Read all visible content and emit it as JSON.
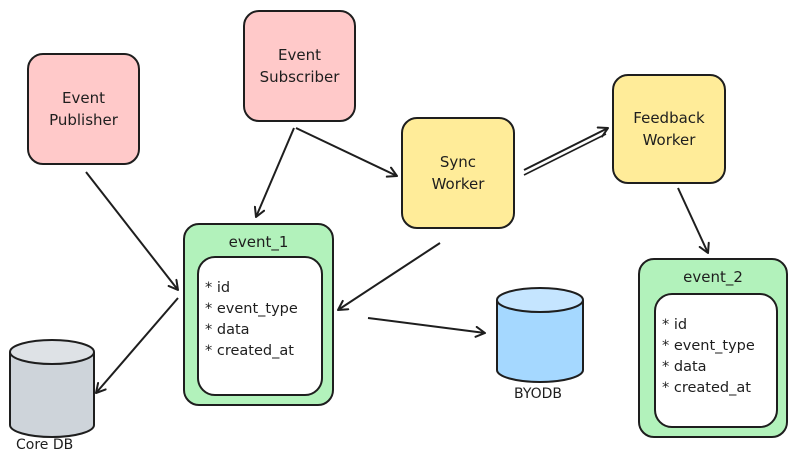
{
  "nodes": {
    "event_publisher": {
      "label": "Event\nPublisher",
      "color": "#ffc9c9"
    },
    "event_subscriber": {
      "label": "Event\nSubscriber",
      "color": "#ffc9c9"
    },
    "sync_worker": {
      "label": "Sync\nWorker",
      "color": "#ffec99"
    },
    "feedback_worker": {
      "label": "Feedback\nWorker",
      "color": "#ffec99"
    }
  },
  "tables": {
    "event_1": {
      "title": "event_1",
      "fields": [
        "* id",
        "* event_type",
        "* data",
        "* created_at"
      ],
      "color": "#b2f2bb"
    },
    "event_2": {
      "title": "event_2",
      "fields": [
        "* id",
        "* event_type",
        "* data",
        "* created_at"
      ],
      "color": "#b2f2bb"
    }
  },
  "databases": {
    "core_db": {
      "label": "Core DB",
      "color": "#ced4da"
    },
    "byodb": {
      "label": "BYODB",
      "color": "#a5d8ff"
    }
  },
  "edges": [
    {
      "from": "Event Publisher",
      "to": "event_1"
    },
    {
      "from": "Event Subscriber",
      "to": "event_1"
    },
    {
      "from": "Event Subscriber",
      "to": "Sync Worker"
    },
    {
      "from": "Sync Worker",
      "to": "Feedback Worker"
    },
    {
      "from": "Sync Worker",
      "to": "event_1"
    },
    {
      "from": "Feedback Worker",
      "to": "event_2"
    },
    {
      "from": "event_1",
      "to": "Core DB"
    },
    {
      "from": "event_1",
      "to": "BYODB"
    }
  ]
}
